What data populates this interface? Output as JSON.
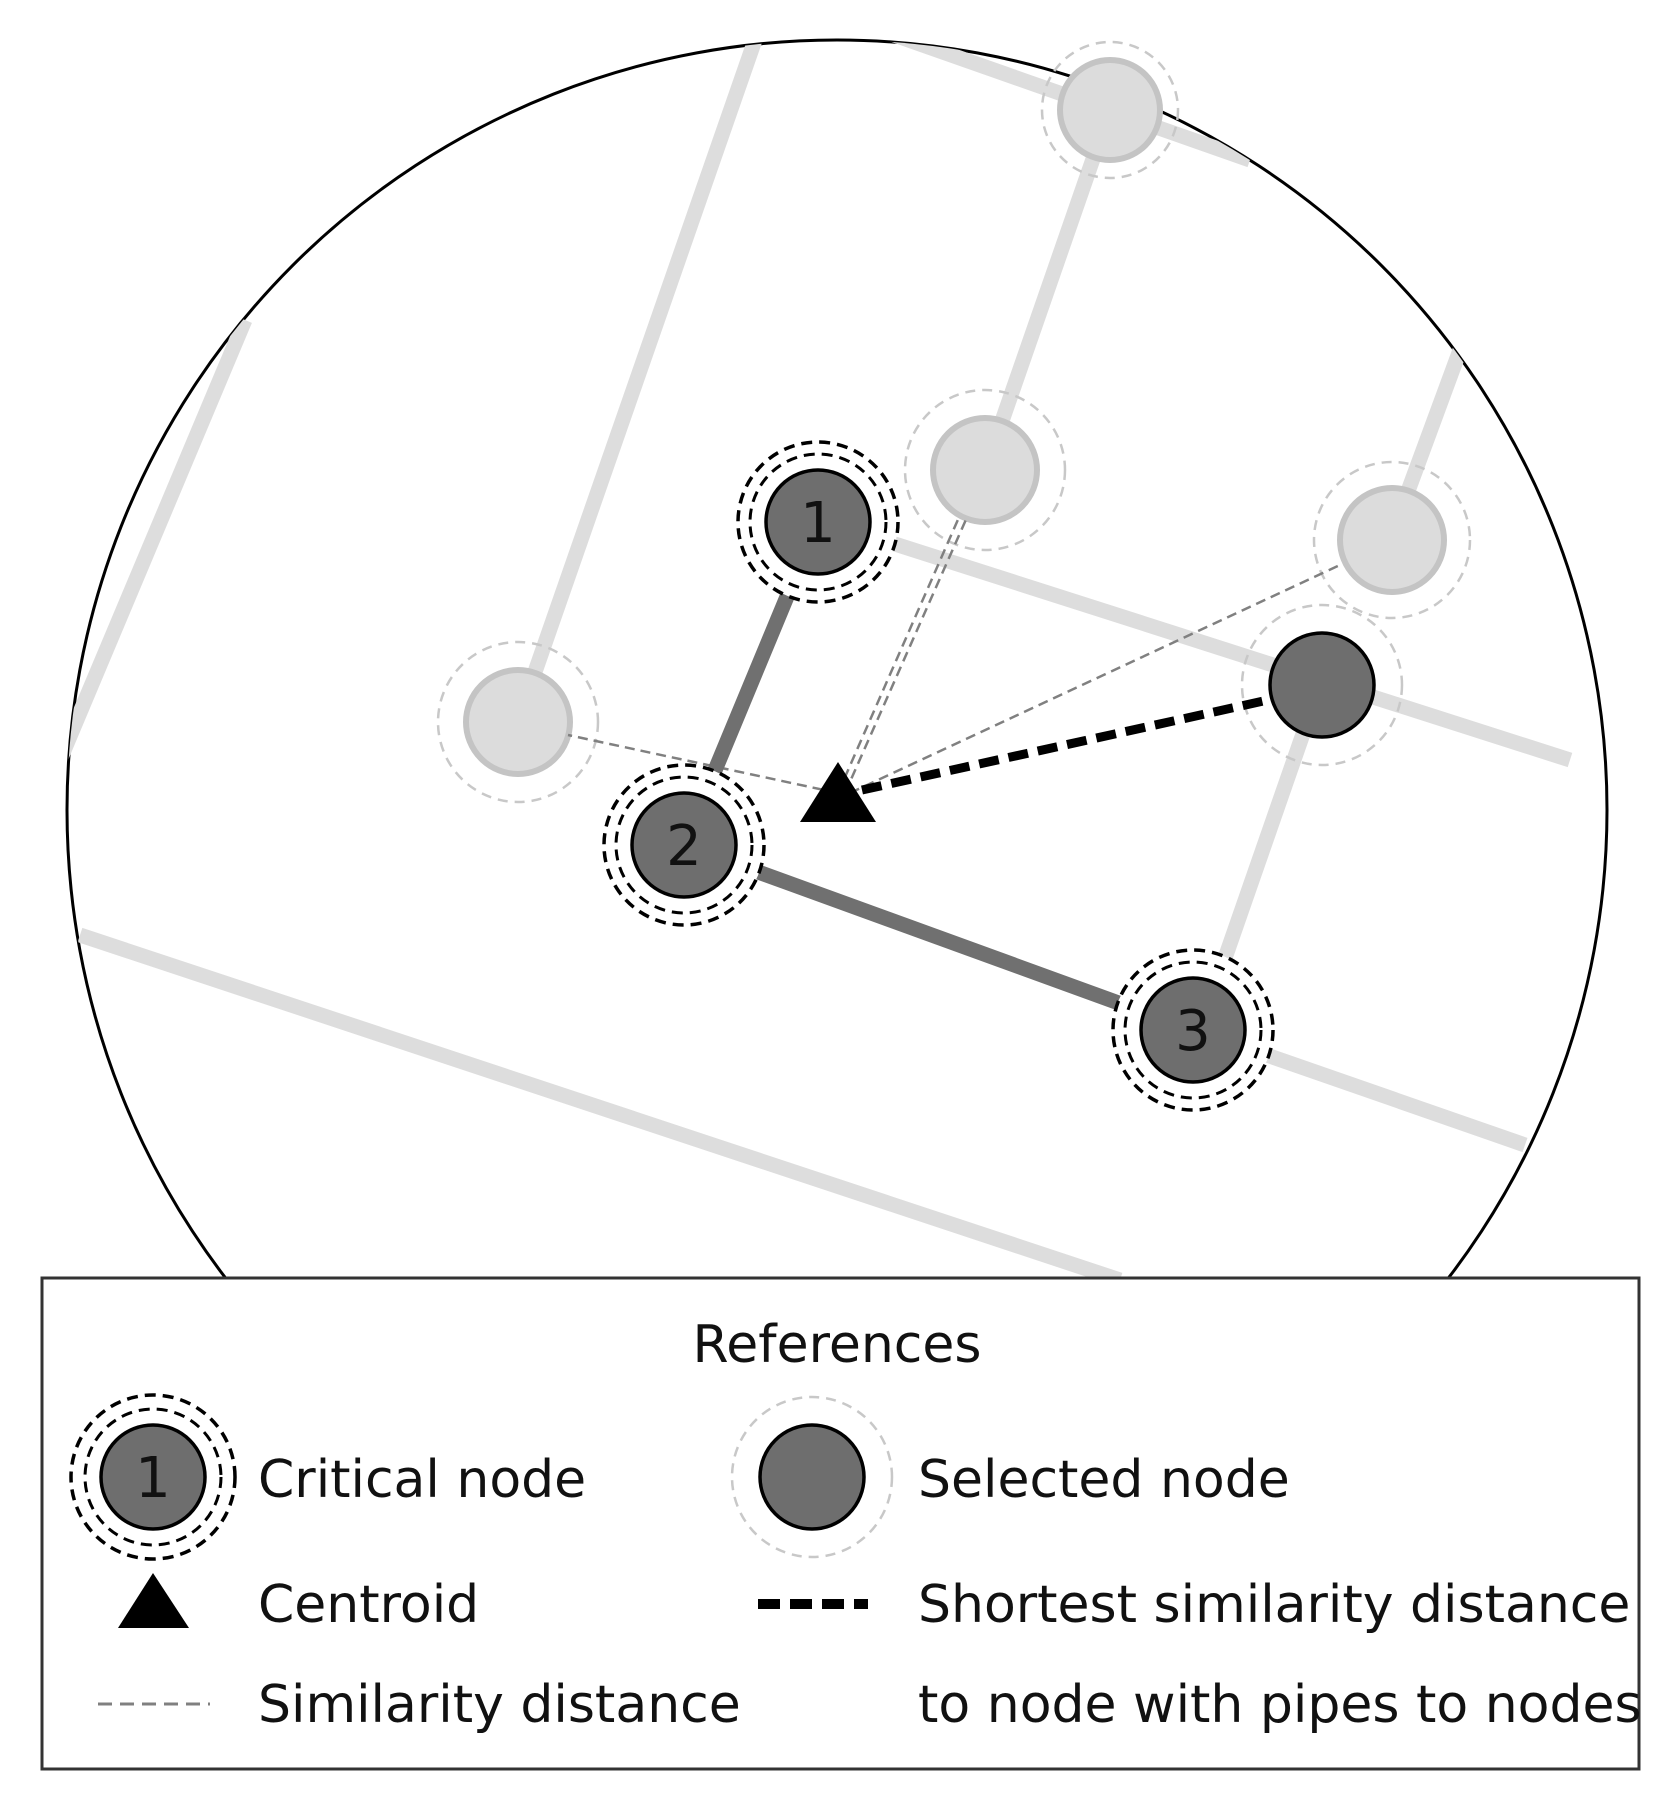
{
  "diagram": {
    "critical_nodes": [
      {
        "id": "1",
        "label": "1"
      },
      {
        "id": "2",
        "label": "2"
      },
      {
        "id": "3",
        "label": "3"
      }
    ]
  },
  "legend": {
    "title": "References",
    "critical_node_label": "Critical node",
    "critical_node_symbol": "1",
    "selected_node_label": "Selected node",
    "centroid_label": "Centroid",
    "shortest_label_line1": "Shortest similarity distance",
    "shortest_label_line2": "to node with pipes to nodes",
    "similarity_label": "Similarity distance"
  },
  "colors": {
    "background_pipe": "#dddddd",
    "background_node_fill": "#dcdcdc",
    "background_node_stroke": "#c4c4c4",
    "critical_node_fill": "#6e6e6e",
    "critical_pipe": "#707070",
    "similarity_line": "#808080",
    "outline": "#000000"
  }
}
